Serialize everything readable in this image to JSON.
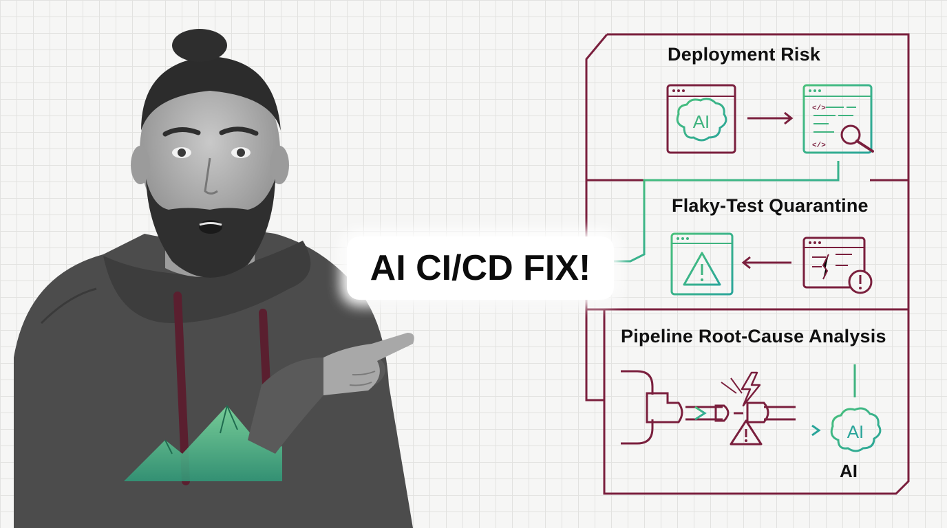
{
  "headline": "AI CI/CD FIX!",
  "panels": [
    {
      "title": "Deployment Risk"
    },
    {
      "title": "Flaky-Test Quarantine"
    },
    {
      "title": "Pipeline Root-Cause Analysis"
    }
  ],
  "icons": {
    "brain_label": "AI",
    "code_tag": "</>",
    "ai_caption": "AI"
  },
  "colors": {
    "maroon": "#7a1f3d",
    "green": "#3fb37f",
    "teal": "#2aa59a",
    "grid": "#e2e2e0",
    "hoodie": "#4a4a4a"
  }
}
